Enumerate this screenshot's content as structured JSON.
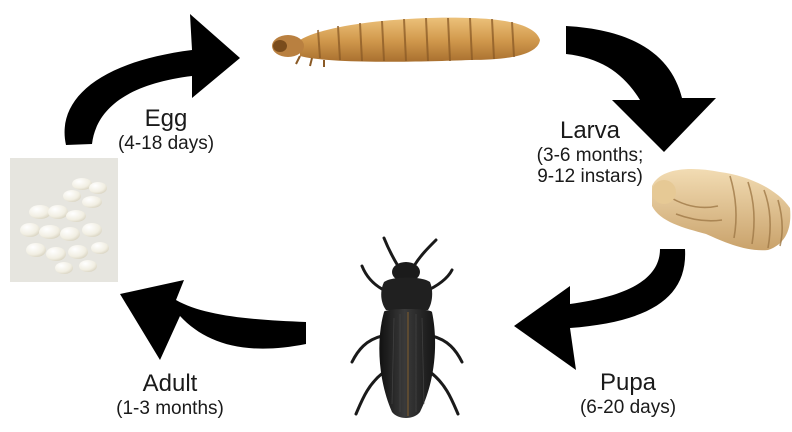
{
  "stages": [
    {
      "id": "egg",
      "name": "Egg",
      "duration": "(4-18 days)"
    },
    {
      "id": "larva",
      "name": "Larva",
      "duration_lines": [
        "(3-6 months;",
        "9-12 instars)"
      ]
    },
    {
      "id": "pupa",
      "name": "Pupa",
      "duration": "(6-20 days)"
    },
    {
      "id": "adult",
      "name": "Adult",
      "duration": "(1-3 months)"
    }
  ],
  "cycle_arrows": [
    {
      "from": "egg",
      "to": "larva",
      "icon": "curved-arrow"
    },
    {
      "from": "larva",
      "to": "pupa",
      "icon": "curved-arrow"
    },
    {
      "from": "pupa",
      "to": "adult",
      "icon": "curved-arrow"
    },
    {
      "from": "adult",
      "to": "egg",
      "icon": "curved-arrow"
    }
  ],
  "illustrations": [
    {
      "stage": "egg",
      "subject": "cluster of white eggs"
    },
    {
      "stage": "larva",
      "subject": "mealworm larva"
    },
    {
      "stage": "pupa",
      "subject": "beetle pupa"
    },
    {
      "stage": "adult",
      "subject": "black darkling beetle"
    }
  ],
  "colors": {
    "arrow": "#000000",
    "text": "#1a1a1a",
    "larva": "#d29a4e",
    "pupa": "#e0c08c",
    "beetle": "#222222",
    "eggs": "#f3f0e6"
  }
}
